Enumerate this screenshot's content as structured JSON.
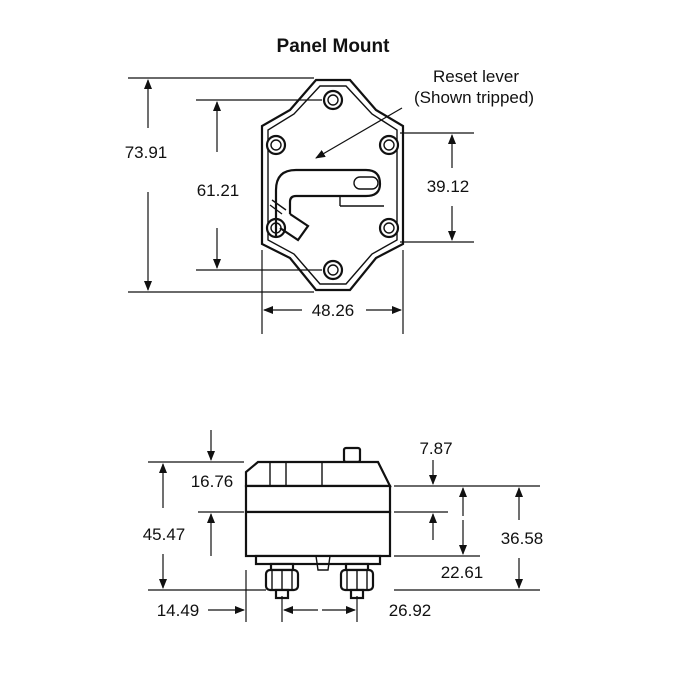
{
  "title": "Panel Mount",
  "callout": {
    "line1": "Reset lever",
    "line2": "(Shown tripped)"
  },
  "dimensions": {
    "top_height_overall": "73.91",
    "top_hole_spacing": "61.21",
    "top_side_holes": "39.12",
    "top_width": "48.26",
    "side_top_offset": "16.76",
    "side_body_height": "45.47",
    "side_stud_offset": "14.49",
    "side_stud_spacing": "26.92",
    "side_button_height": "7.87",
    "side_right_height": "36.58",
    "side_lower_height": "22.61"
  },
  "icons": [
    "reset-lever-icon",
    "mounting-screw-icon",
    "terminal-stud-icon"
  ]
}
